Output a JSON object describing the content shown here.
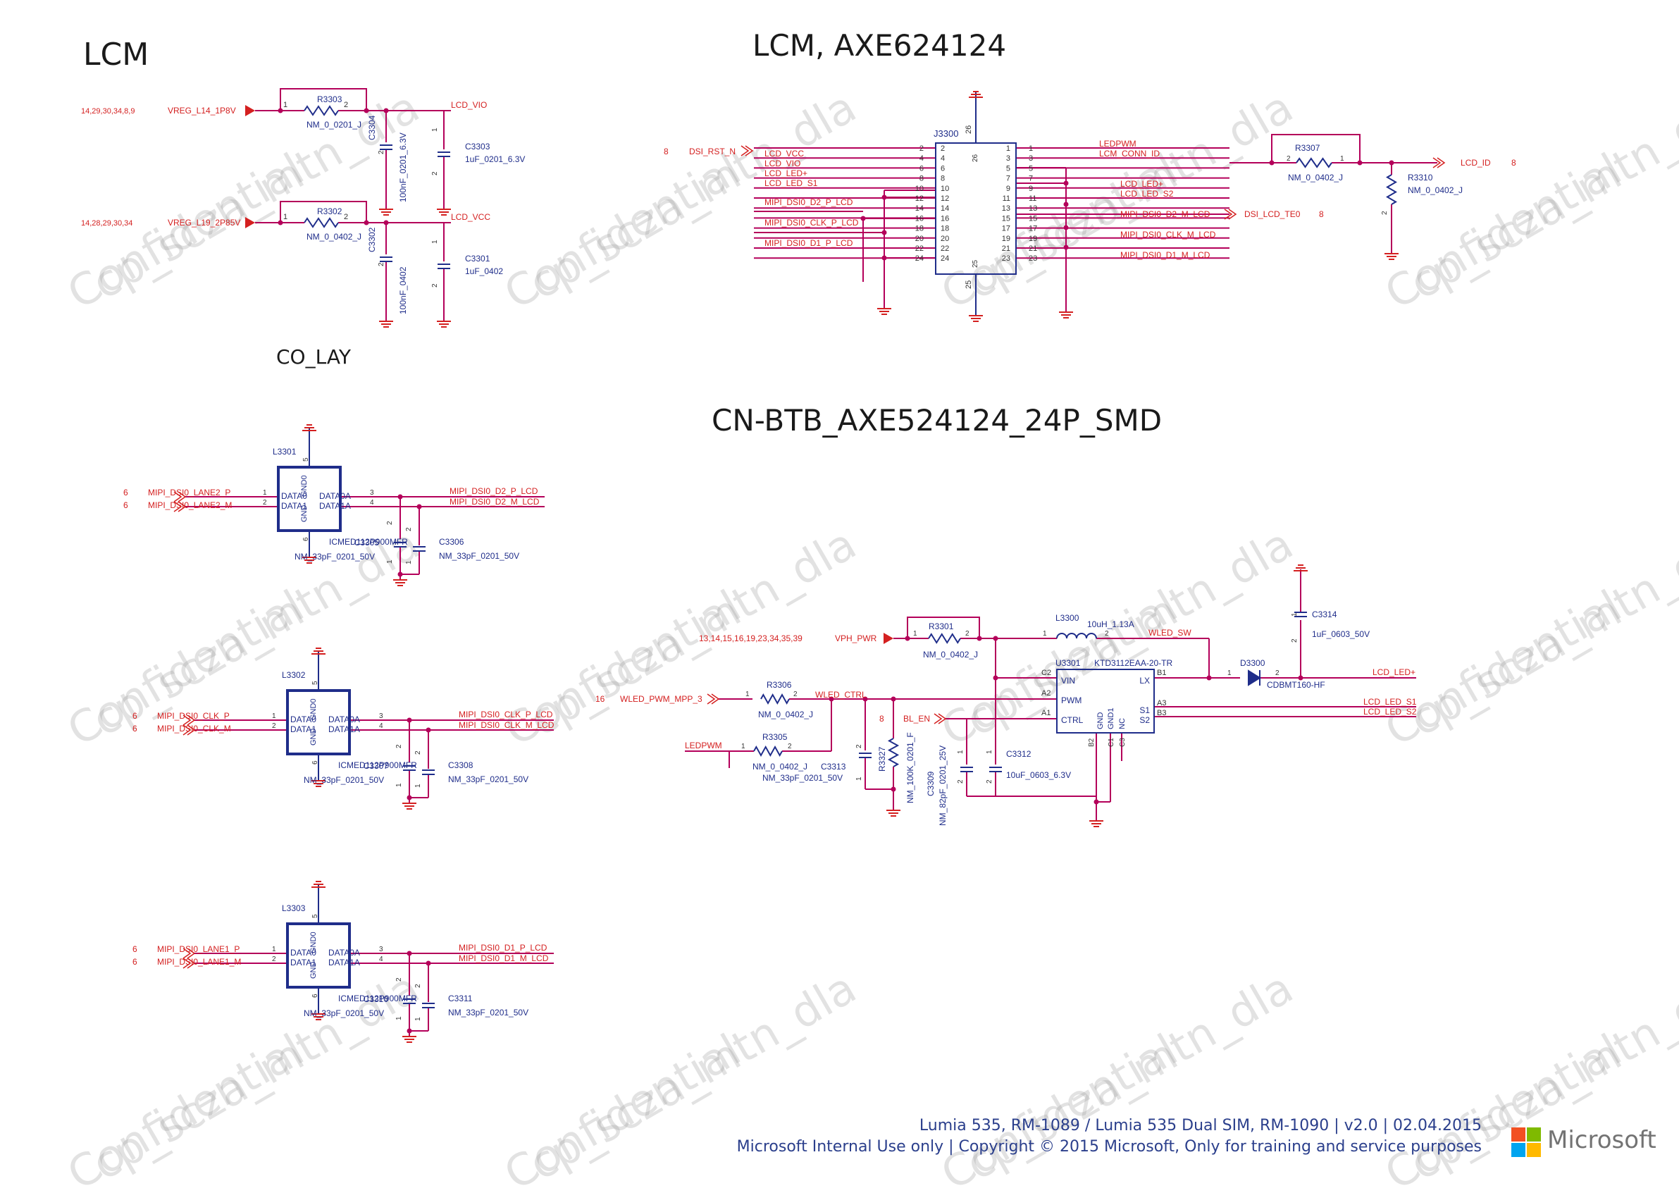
{
  "titles": {
    "lcm": "LCM",
    "lcm_conn": "LCM, AXE624124",
    "co_lay": "CO_LAY",
    "cn_btb": "CN-BTB_AXE524124_24P_SMD"
  },
  "footer": {
    "line1": "Lumia 535, RM-1089 / Lumia 535 Dual SIM, RM-1090  |  v2.0  |  02.04.2015",
    "line2": "Microsoft Internal Use only  |  Copyright © 2015 Microsoft, Only for training and service purposes",
    "brand": "Microsoft"
  },
  "watermark": {
    "line1": "Confidential",
    "line2": "cp_scza_mtn_dla"
  },
  "colors": {
    "net": "#d42020",
    "part": "#1f2d8a",
    "wire": "#b4005a",
    "ground": "#d42020"
  },
  "power": {
    "vio": {
      "pages": "14,29,30,34,8,9",
      "net": "VREG_L14_1P8V",
      "res": "R3303",
      "res_val": "NM_0_0201_J",
      "out": "LCD_VIO",
      "cap1": "C3304",
      "cap1_val": "100nF_0201_6.3V",
      "cap2": "C3303",
      "cap2_val": "1uF_0201_6.3V"
    },
    "vcc": {
      "pages": "14,28,29,30,34",
      "net": "VREG_L19_2P85V",
      "res": "R3302",
      "res_val": "NM_0_0402_J",
      "out": "LCD_VCC",
      "cap1": "C3302",
      "cap1_val": "100nF_0402",
      "cap2": "C3301",
      "cap2_val": "1uF_0402"
    }
  },
  "connector": {
    "ref": "J3300",
    "rst_page": "8",
    "rst_net": "DSI_RST_N",
    "left_nets": [
      "LCD_VCC",
      "LCD_VIO",
      "LCD_LED+",
      "LCD_LED_S1",
      "MIPI_DSI0_D2_P_LCD",
      "MIPI_DSI0_CLK_P_LCD",
      "MIPI_DSI0_D1_P_LCD"
    ],
    "right_nets": [
      "LEDPWM",
      "LCM_CONN_ID",
      "LCD_LED+",
      "LCD_LED_S2",
      "MIPI_DSI0_D2_M_LCD",
      "MIPI_DSI0_CLK_M_LCD",
      "MIPI_DSI0_D1_M_LCD"
    ],
    "te_net": "DSI_LCD_TE0",
    "te_page": "8",
    "id_res": "R3307",
    "id_res_val": "NM_0_0402_J",
    "id_pull": "R3310",
    "id_pull_val": "NM_0_0402_J",
    "id_net": "LCD_ID",
    "id_page": "8"
  },
  "esd": [
    {
      "ref": "L3301",
      "part": "ICMED112P900MFR",
      "page": "6",
      "in_p": "MIPI_DSI0_LANE2_P",
      "in_m": "MIPI_DSI0_LANE2_M",
      "out_p": "MIPI_DSI0_D2_P_LCD",
      "out_m": "MIPI_DSI0_D2_M_LCD",
      "c1": "C3305",
      "c2": "C3306",
      "cval": "NM_33pF_0201_50V"
    },
    {
      "ref": "L3302",
      "part": "ICMED112P900MFR",
      "page": "6",
      "in_p": "MIPI_DSI0_CLK_P",
      "in_m": "MIPI_DSI0_CLK_M",
      "out_p": "MIPI_DSI0_CLK_P_LCD",
      "out_m": "MIPI_DSI0_CLK_M_LCD",
      "c1": "C3307",
      "c2": "C3308",
      "cval": "NM_33pF_0201_50V"
    },
    {
      "ref": "L3303",
      "part": "ICMED112P900MFR",
      "page": "6",
      "in_p": "MIPI_DSI0_LANE1_P",
      "in_m": "MIPI_DSI0_LANE1_M",
      "out_p": "MIPI_DSI0_D1_P_LCD",
      "out_m": "MIPI_DSI0_D1_M_LCD",
      "c1": "C3310",
      "c2": "C3311",
      "cval": "NM_33pF_0201_50V"
    }
  ],
  "backlight": {
    "vph_pages": "13,14,15,16,19,23,34,35,39",
    "vph": "VPH_PWR",
    "r3301": "R3301",
    "r3301_val": "NM_0_0402_J",
    "inductor": "L3300",
    "ind_val": "10uH_1.13A",
    "wled_sw": "WLED_SW",
    "ic": "U3301",
    "ic_part": "KTD3112EAA-20-TR",
    "diode": "D3300",
    "diode_part": "CDBMT160-HF",
    "led_out": "LCD_LED+",
    "c3314": "C3314",
    "c3314_val": "1uF_0603_50V",
    "pwm_page": "16",
    "pwm_net": "WLED_PWM_MPP_3",
    "r3306": "R3306",
    "r3306_val": "NM_0_0402_J",
    "wled_ctrl": "WLED_CTRL",
    "ledpwm": "LEDPWM",
    "r3305": "R3305",
    "r3305_val": "NM_0_0402_J",
    "c3313": "C3313",
    "c3313_val": "NM_33pF_0201_50V",
    "bl_page": "8",
    "bl_en": "BL_EN",
    "r3327": "R3327",
    "r3327_val": "NM_100K_0201_F",
    "c3309": "C3309",
    "c3309_val": "NM_82pF_0201_25V",
    "c3312": "C3312",
    "c3312_val": "10uF_0603_6.3V",
    "s1": "LCD_LED_S1",
    "s2": "LCD_LED_S2"
  }
}
